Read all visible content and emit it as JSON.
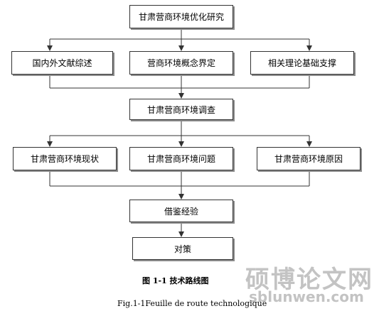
{
  "diagram": {
    "root": "甘肃营商环境优化研究",
    "level1": [
      "国内外文献综述",
      "营商环境概念界定",
      "相关理论基础支撑"
    ],
    "survey": "甘肃营商环境调查",
    "level2": [
      "甘肃营商环境现状",
      "甘肃营商环境问题",
      "甘肃营商环境原因"
    ],
    "experience": "借鉴经验",
    "countermeasures": "对策"
  },
  "caption": {
    "cn": "图 1-1  技术路线图",
    "en": "Fig.1-1Feuille de route technologique"
  },
  "watermark": {
    "text": "硕博论文网",
    "url": "sblunwen.com"
  },
  "colors": {
    "line": "#333333",
    "shadow": "#8c8c8c",
    "watermark": "#b9b9b9"
  }
}
